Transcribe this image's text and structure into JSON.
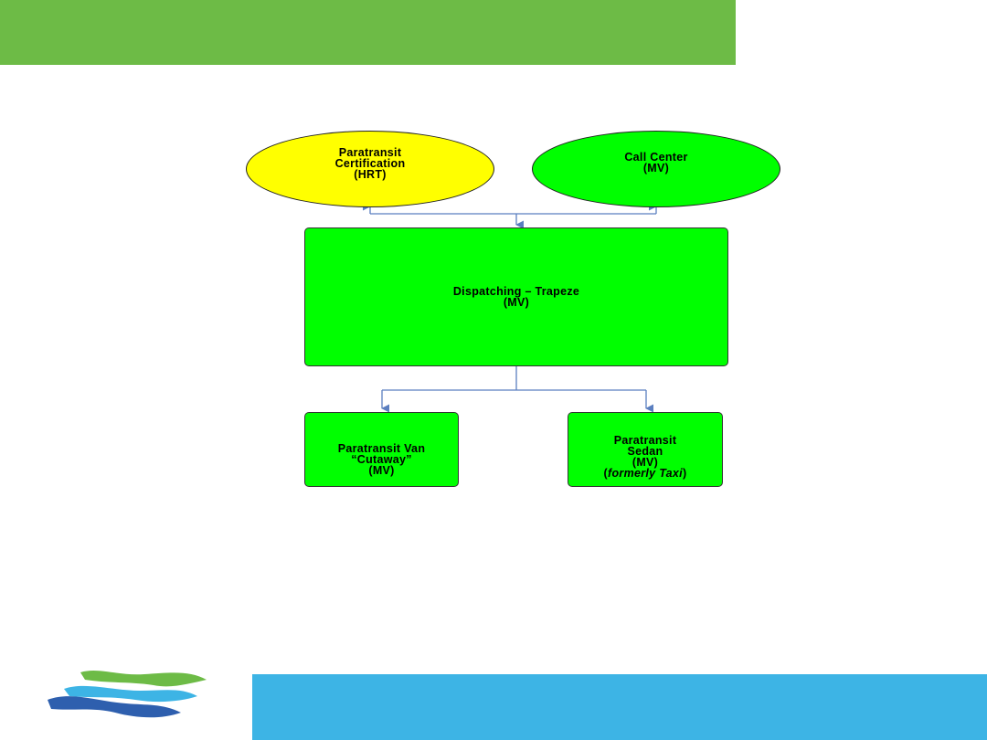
{
  "colors": {
    "header_bar": "#6DBB46",
    "footer_bar": "#3DB4E5",
    "certification_fill": "#FFFF00",
    "green_fill": "#00FF00",
    "connector": "#5B7FC0"
  },
  "nodes": {
    "certification": "Paratransit\nCertification\n(HRT)",
    "call_center": "Call Center\n(MV)",
    "dispatching": "Dispatching – Trapeze\n(MV)",
    "van_line1": "Paratransit Van",
    "van_line2": "“Cutaway”",
    "van_line3": "(MV)",
    "sedan_line1": "Paratransit",
    "sedan_line2": "Sedan",
    "sedan_line3": "(MV)",
    "sedan_line4_pre": "(",
    "sedan_line4_em": "formerly Taxi",
    "sedan_line4_post": ")"
  },
  "logo": {
    "icon": "wave-logo-icon"
  }
}
